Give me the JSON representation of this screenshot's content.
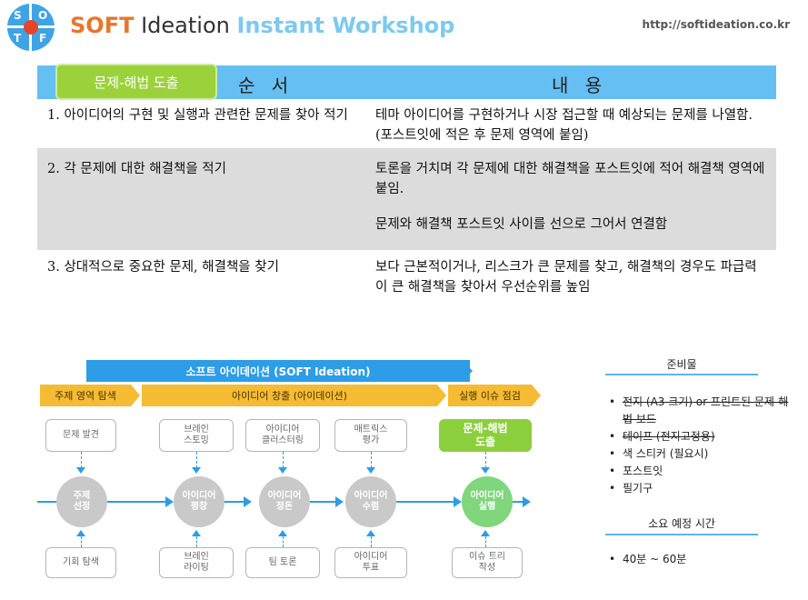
{
  "header": {
    "logo_letters": [
      "S",
      "O",
      "T",
      "F"
    ],
    "title_part1": "SOFT",
    "title_part2": "Ideation",
    "title_part3": "Instant Workshop",
    "url": "http://softideation.co.kr",
    "colors": {
      "orange": "#e8762b",
      "light_blue": "#7dc9f0",
      "logo_blue": "#3fa3e6",
      "logo_red": "#e8442a"
    }
  },
  "table": {
    "tag": "문제-해법 도출",
    "col1_header": "순 서",
    "col2_header": "내 용",
    "rows": [
      {
        "step": "1. 아이디어의 구현 및 실행과 관련한 문제를 찾아 적기",
        "content": [
          "테마 아이디어를 구현하거나 시장 접근할 때 예상되는 문제를 나열함. (포스트잇에 적은 후 문제 영역에 붙임)"
        ]
      },
      {
        "step": "2. 각 문제에 대한 해결책을 적기",
        "content": [
          "토론을 거치며 각 문제에 대한 해결책을 포스트잇에 적어 해결책 영역에 붙임.",
          "문제와 해결책 포스트잇 사이를 선으로 그어서 연결함"
        ]
      },
      {
        "step": "3. 상대적으로 중요한 문제, 해결책을 찾기",
        "content": [
          "보다 근본적이거나, 리스크가 큰 문제를 찾고, 해결책의 경우도 파급력이 큰 해결책을 찾아서 우선순위를 높임"
        ]
      }
    ],
    "colors": {
      "header": "#65bff2",
      "tag": "#9bd23c",
      "shade": "#dcdcdc"
    }
  },
  "diagram": {
    "banner": "소프트 아이데이션 (SOFT Ideation)",
    "phases": [
      "주제 영역 탐색",
      "아이디어 창출 (아이데이션)",
      "실행 이슈 점검"
    ],
    "top_boxes": [
      "문제 발견",
      "브레인\n스토밍",
      "아이디어\n클러스터링",
      "매트릭스\n평가",
      "문제-해법\n도출"
    ],
    "circles": [
      "주제\n선정",
      "아이디어\n평창",
      "아이디어\n정돈",
      "아이디어\n수렴",
      "아이디어\n실행"
    ],
    "bottom_boxes": [
      "기회 탐색",
      "브레인\n라이팅",
      "팀 토론",
      "아이디어\n투표",
      "이슈 트리\n작성"
    ],
    "colors": {
      "banner": "#2c9de6",
      "phase": "#f5bb33",
      "highlight": "#8ccf3d",
      "circle": "#c9c9c9",
      "circle_highlight": "#7fd67c"
    }
  },
  "sidebar": {
    "materials_title": "준비물",
    "materials": [
      {
        "text": "전지 (A3 크기) or 프린트된 문제-해법 보드",
        "strikethrough": true
      },
      {
        "text": "테이프 (전지고정용)",
        "strikethrough": true
      },
      {
        "text": "색 스티커 (필요시)",
        "strikethrough": false
      },
      {
        "text": "포스트잇",
        "strikethrough": false
      },
      {
        "text": "필기구",
        "strikethrough": false
      }
    ],
    "time_title": "소요 예정 시간",
    "time_items": [
      "40분 ~ 60분"
    ]
  }
}
